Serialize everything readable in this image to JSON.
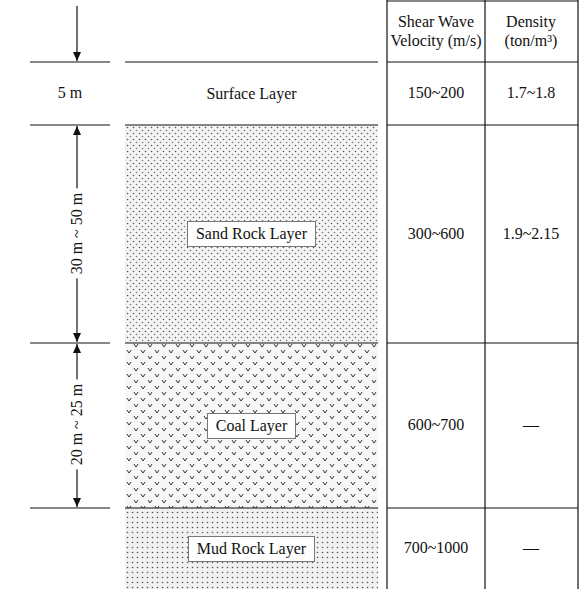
{
  "diagram": {
    "nodes": [
      {
        "text": [
          "Surface Layer"
        ]
      },
      {
        "text": [
          "Sand Rock Layer"
        ]
      },
      {
        "text": [
          "Coal Layer"
        ]
      },
      {
        "text": [
          "Mud Rock Layer"
        ]
      }
    ],
    "labels": [
      "5 m",
      "30 m ~ 50 m",
      "20 m ~ 25 m",
      "Shear Wave Velocity (m/s)",
      "Density (ton/m³)",
      "150~200",
      "1.7~1.8",
      "300~600",
      "1.9~2.15",
      "600~700",
      "—",
      "700~1000",
      "—"
    ]
  }
}
